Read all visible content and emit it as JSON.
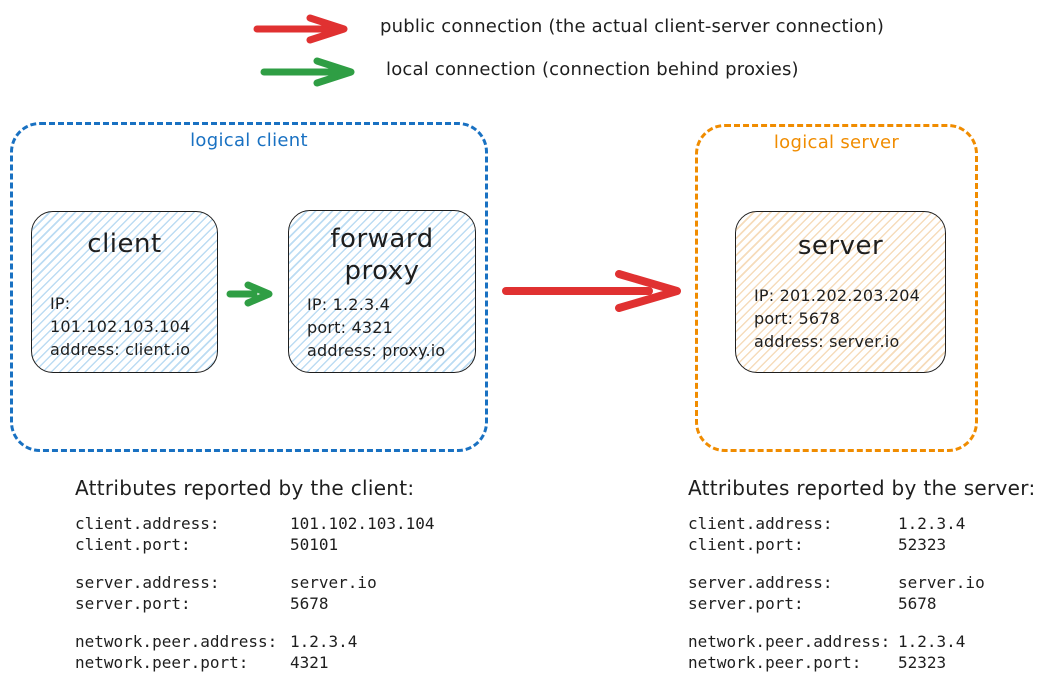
{
  "colors": {
    "red": "#e03131",
    "green": "#2f9e44",
    "blue": "#1971c2",
    "orange": "#f08c00",
    "ink": "#1e1e1e",
    "client_hatch": "#bcdcf3",
    "server_hatch": "#f6dcbb"
  },
  "legend": {
    "public_label": "public connection (the actual client-server connection)",
    "local_label": "local connection (connection behind proxies)"
  },
  "logical_client": {
    "label": "logical client",
    "client_box": {
      "title": "client",
      "lines": [
        "IP: 101.102.103.104",
        "address: client.io"
      ]
    },
    "proxy_box": {
      "title": "forward proxy",
      "lines": [
        "IP: 1.2.3.4",
        "port: 4321",
        "address: proxy.io"
      ]
    }
  },
  "logical_server": {
    "label": "logical server",
    "server_box": {
      "title": "server",
      "lines": [
        "IP: 201.202.203.204",
        "port: 5678",
        "address: server.io"
      ]
    }
  },
  "client_attributes": {
    "heading": "Attributes reported by the client:",
    "groups": [
      [
        {
          "key": "client.address:",
          "value": "101.102.103.104"
        },
        {
          "key": "client.port:",
          "value": "50101"
        }
      ],
      [
        {
          "key": "server.address:",
          "value": "server.io"
        },
        {
          "key": "server.port:",
          "value": "5678"
        }
      ],
      [
        {
          "key": "network.peer.address:",
          "value": "1.2.3.4"
        },
        {
          "key": "network.peer.port:",
          "value": "4321"
        }
      ]
    ]
  },
  "server_attributes": {
    "heading": "Attributes reported by the server:",
    "groups": [
      [
        {
          "key": "client.address:",
          "value": "1.2.3.4"
        },
        {
          "key": "client.port:",
          "value": "52323"
        }
      ],
      [
        {
          "key": "server.address:",
          "value": "server.io"
        },
        {
          "key": "server.port:",
          "value": "5678"
        }
      ],
      [
        {
          "key": "network.peer.address:",
          "value": "1.2.3.4"
        },
        {
          "key": "network.peer.port:",
          "value": "52323"
        }
      ]
    ]
  }
}
